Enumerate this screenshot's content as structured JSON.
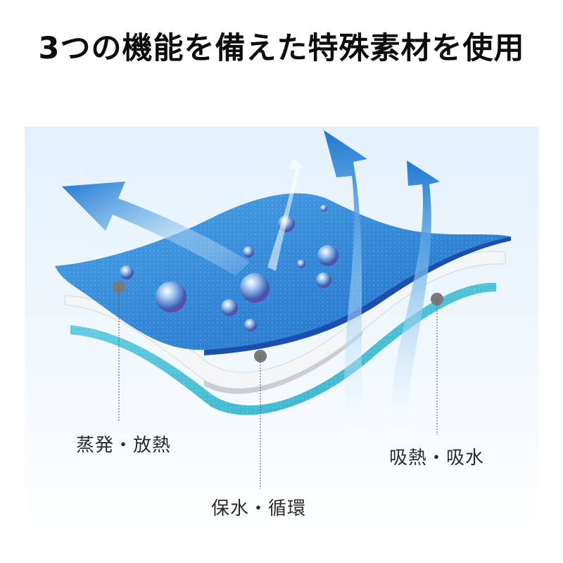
{
  "title": "3つの機能を備えた特殊素材を使用",
  "layers": [
    {
      "id": "top",
      "label": "蒸発・放熱",
      "color": "#2f86d6"
    },
    {
      "id": "middle",
      "label": "保水・循環",
      "color": "#f2f4f6"
    },
    {
      "id": "bottom",
      "label": "吸熱・吸水",
      "color": "#4cc3d9"
    }
  ],
  "icons": [
    "arrow-left-up-icon",
    "arrow-up-icon",
    "water-droplet-icon"
  ]
}
